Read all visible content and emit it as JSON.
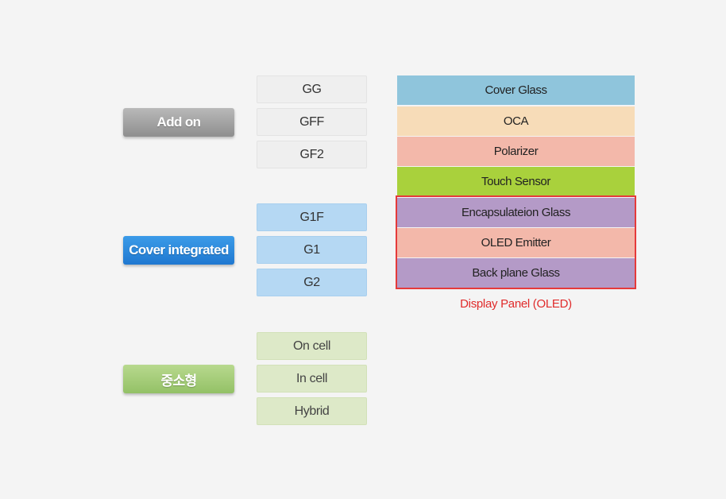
{
  "categories": {
    "add_on": "Add on",
    "cover_integrated": "Cover integrated",
    "small_medium": "중소형"
  },
  "types": {
    "add_on": [
      "GG",
      "GFF",
      "GF2"
    ],
    "cover_integrated": [
      "G1F",
      "G1",
      "G2"
    ],
    "small_medium": [
      "On cell",
      "In cell",
      "Hybrid"
    ]
  },
  "layers": [
    {
      "label": "Cover Glass",
      "color": "#8fc5dc"
    },
    {
      "label": "OCA",
      "color": "#f7dcb8"
    },
    {
      "label": "Polarizer",
      "color": "#f3b8aa"
    },
    {
      "label": "Touch Sensor",
      "color": "#a9d13c"
    },
    {
      "label": "Encapsulateion Glass",
      "color": "#b49ac7"
    },
    {
      "label": "OLED Emitter",
      "color": "#f3b8aa"
    },
    {
      "label": "Back plane Glass",
      "color": "#b49ac7"
    }
  ],
  "display_panel_label": "Display Panel (OLED)",
  "colors": {
    "highlight_border": "#e53a3a",
    "caption": "#e02b2b"
  }
}
